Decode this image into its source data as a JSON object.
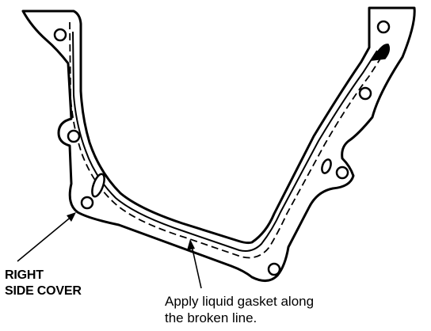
{
  "labels": {
    "cover_line1": "RIGHT",
    "cover_line2": "SIDE COVER",
    "note_line1": "Apply liquid gasket along",
    "note_line2": "the broken line."
  },
  "colors": {
    "ink": "#000000",
    "paper": "#ffffff"
  }
}
